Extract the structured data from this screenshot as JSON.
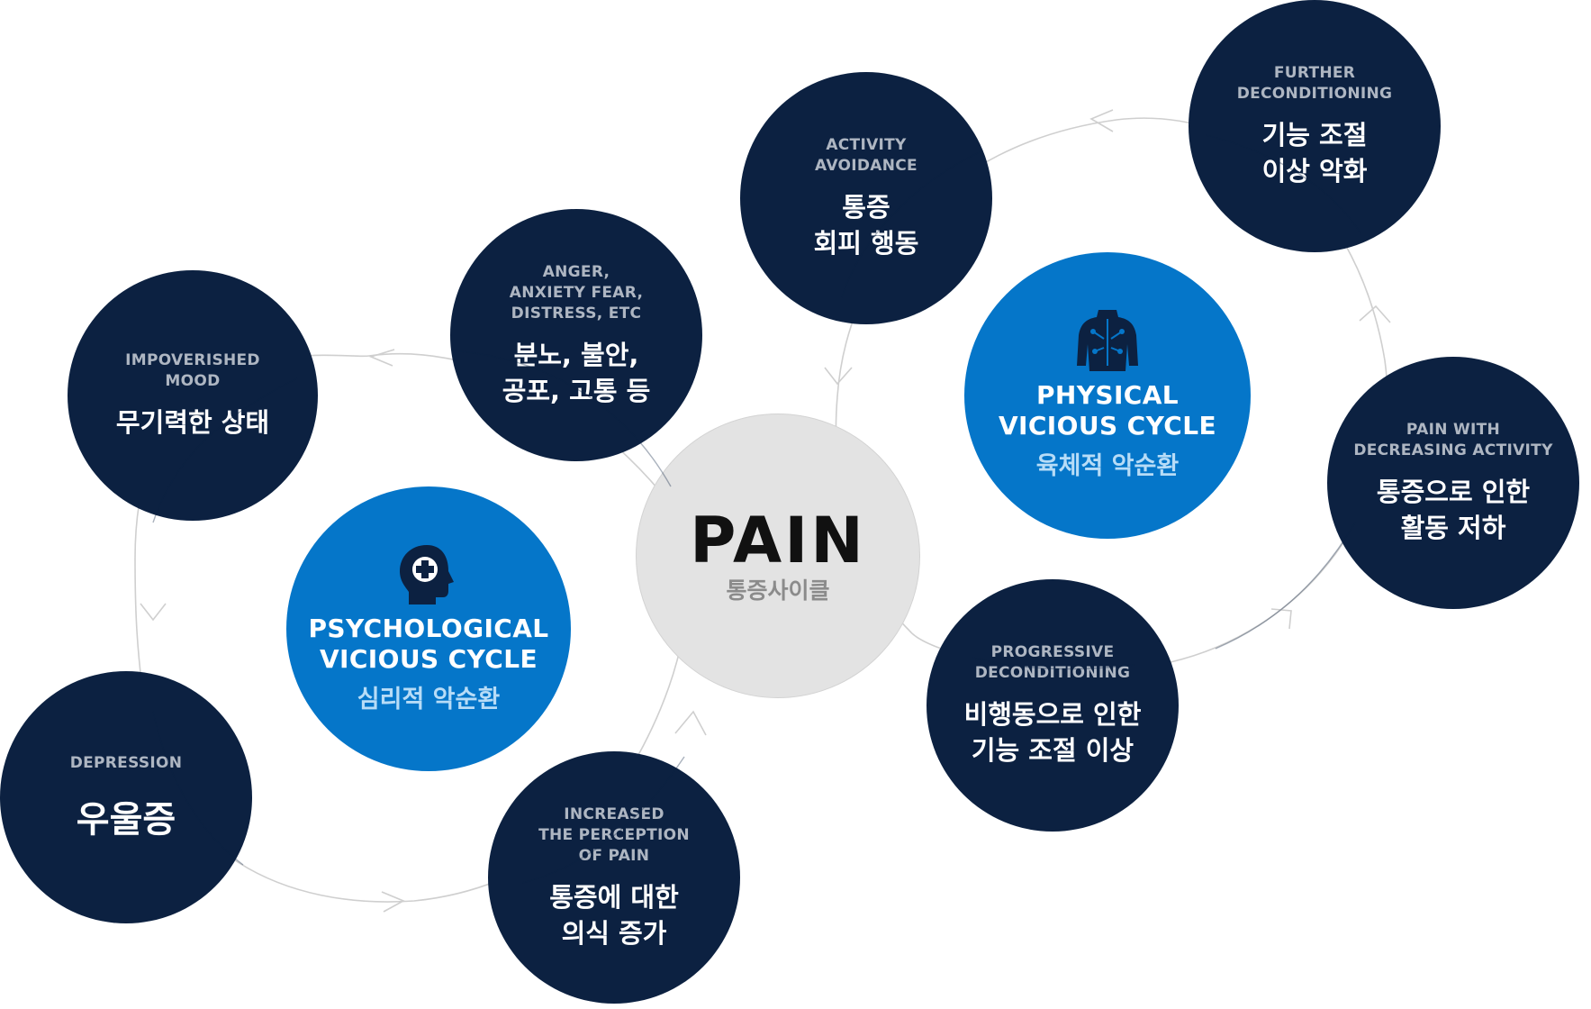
{
  "center": {
    "title": "PAIN",
    "subtitle": "통증사이클"
  },
  "cycles": {
    "psychological": {
      "title": "PSYCHOLOGICAL\nVICIOUS CYCLE",
      "korean": "심리적 악순환",
      "icon": "head-with-cross-icon"
    },
    "physical": {
      "title": "PHYSICAL\nVICIOUS CYCLE",
      "korean": "육체적 악순환",
      "icon": "human-torso-icon"
    }
  },
  "nodes": {
    "impoverished_mood": {
      "en": "IMPOVERISHED\nMOOD",
      "ko": "무기력한 상태"
    },
    "anger": {
      "en": "ANGER,\nANXIETY FEAR,\nDISTRESS, ETC",
      "ko": "분노, 불안,\n공포, 고통 등"
    },
    "activity_avoidance": {
      "en": "ACTIVITY\nAVOIDANCE",
      "ko": "통증\n회피 행동"
    },
    "further_deconditioning": {
      "en": "FURTHER\nDECONDITIONING",
      "ko": "기능 조절\n이상 악화"
    },
    "pain_decreasing_activity": {
      "en": "PAIN WITH\nDECREASING ACTIVITY",
      "ko": "통증으로 인한\n활동 저하"
    },
    "progressive_deconditioning": {
      "en": "PROGRESSIVE\nDECONDITIONING",
      "ko": "비행동으로 인한\n기능 조절 이상"
    },
    "increased_perception": {
      "en": "INCREASED\nTHE PERCEPTION\nOF PAIN",
      "ko": "통증에 대한\n의식 증가"
    },
    "depression": {
      "en": "DEPRESSION",
      "ko": "우울증"
    }
  },
  "colors": {
    "navy": "#0c2141",
    "blue": "#0576c9",
    "center_gray": "#e3e3e3",
    "connector": "#cfcfcf"
  }
}
